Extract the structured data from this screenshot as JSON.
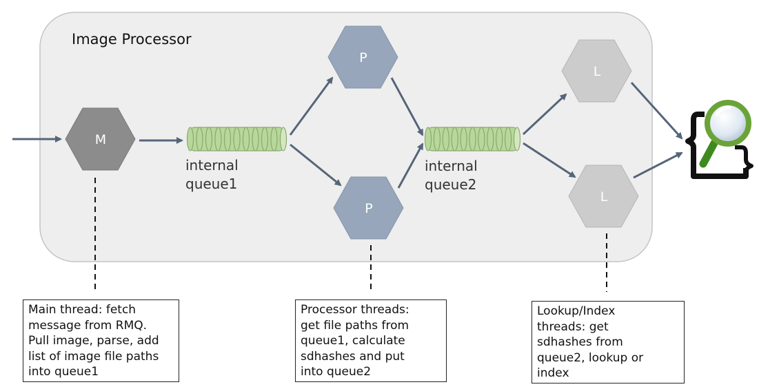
{
  "container": {
    "title": "Image Processor"
  },
  "nodes": {
    "main": "M",
    "processor_top": "P",
    "processor_bottom": "P",
    "lookup_top": "L",
    "lookup_bottom": "L"
  },
  "queues": {
    "queue1": {
      "line1": "internal",
      "line2": "queue1"
    },
    "queue2": {
      "line1": "internal",
      "line2": "queue2"
    }
  },
  "notes": {
    "main": "Main thread: fetch\nmessage from RMQ.\nPull image, parse, add\nlist of image file paths\ninto queue1",
    "processor": "Processor threads:\nget file paths from\nqueue1, calculate\nsdhashes and put\ninto queue2",
    "lookup": "Lookup/Index\nthreads: get\nsdhashes from\nqueue2, lookup or\nindex"
  },
  "colors": {
    "container_fill": "#eeeeee",
    "container_stroke": "#c4c4c4",
    "main_node": "#8c8c8c",
    "processor_node": "#97a6ba",
    "lookup_node": "#cccccc",
    "queue_fill": "#b7d89a",
    "queue_stroke": "#8aa870",
    "arrow": "#566578",
    "magnifier_ring": "#6aa338",
    "magnifier_handle": "#3f8a1f"
  },
  "icons": [
    "search-index-icon"
  ]
}
